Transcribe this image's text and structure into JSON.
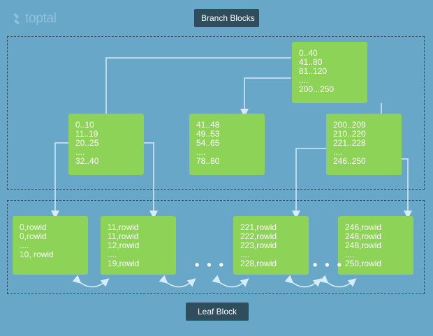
{
  "brand": {
    "name": "toptal"
  },
  "labels": {
    "branch": "Branch Blocks",
    "leaf": "Leaf Block"
  },
  "root": {
    "lines": [
      "0..40",
      "41..80",
      "81..120",
      "....",
      "200...250"
    ]
  },
  "branches": [
    {
      "lines": [
        "0..10",
        "11..19",
        "20..25",
        "....",
        "32..40"
      ]
    },
    {
      "lines": [
        "41..48",
        "49..53",
        "54..65",
        "....",
        "78..80"
      ]
    },
    {
      "lines": [
        "200..209",
        "210..220",
        "221..228",
        "....",
        "246..250"
      ]
    }
  ],
  "leaves": [
    {
      "lines": [
        "0,rowid",
        "0,rowid",
        "....",
        "10, rowid"
      ]
    },
    {
      "lines": [
        "11,rowid",
        "11,rowid",
        "12,rowid",
        "....",
        "19,rowid"
      ]
    },
    {
      "lines": [
        "221,rowid",
        "222,rowid",
        "223,rowid",
        "....",
        "228,rowid"
      ]
    },
    {
      "lines": [
        "246,rowid",
        "248,rowid",
        "248,rowid",
        "....",
        "250,rowid"
      ]
    }
  ],
  "gaps": [
    "• • •",
    "• • •"
  ],
  "colors": {
    "background": "#68a7c8",
    "block": "#8cd358",
    "connector": "#d6ecf7",
    "label": "#2f4d5c"
  }
}
